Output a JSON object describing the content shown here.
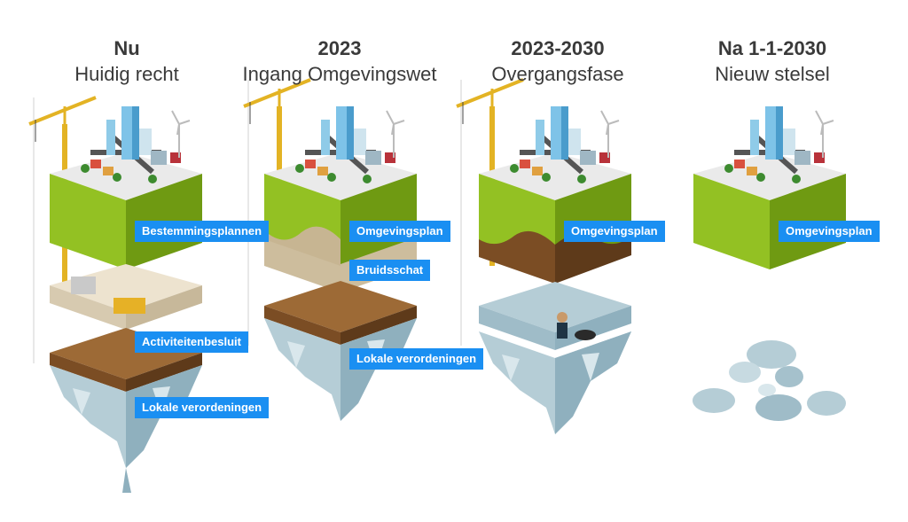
{
  "columns": [
    {
      "heading": "Nu",
      "subheading": "Huidig recht",
      "labels": [
        "Bestemmingsplannen",
        "Activiteitenbesluit",
        "Lokale verordeningen"
      ]
    },
    {
      "heading": "2023",
      "subheading": "Ingang Omgevingswet",
      "labels": [
        "Omgevingsplan",
        "Bruidsschat",
        "Lokale verordeningen"
      ]
    },
    {
      "heading": "2023-2030",
      "subheading": "Overgangsfase",
      "labels": [
        "Omgevingsplan"
      ]
    },
    {
      "heading": "Na 1-1-2030",
      "subheading": "Nieuw stelsel",
      "labels": [
        "Omgevingsplan"
      ]
    }
  ],
  "colors": {
    "label_bg": "#1a8ff2",
    "grass_top": "#eaeaea",
    "grass_left": "#93c123",
    "grass_right": "#6f9a12",
    "soil": "#8b5a2b",
    "rock": "#b5cdd6"
  }
}
